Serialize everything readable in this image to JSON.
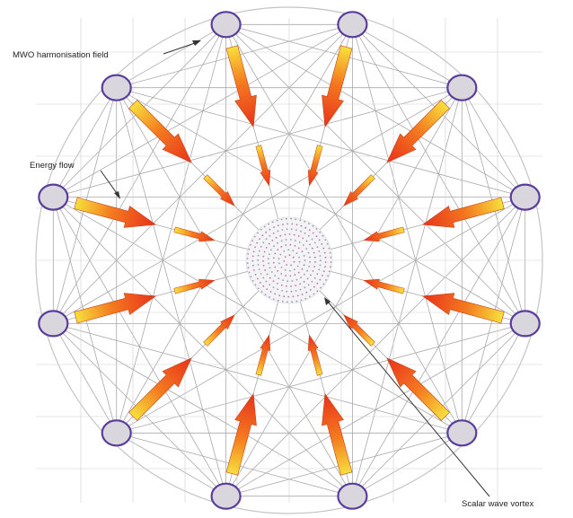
{
  "labels": {
    "field": "MWO harmonisation field",
    "flow": "Energy flow",
    "vortex": "Scalar wave vortex"
  },
  "colors": {
    "node_stroke": "#5a3d9a",
    "node_fill": "#d9d6de",
    "line": "#a9a9a9",
    "outer_ring": "#c4c4c4",
    "arrow_dark": "#e8321b",
    "arrow_mid": "#f47a1f",
    "arrow_light": "#f7e03c",
    "vortex_dot": "#9a9aa8",
    "text": "#222222"
  },
  "node_count": 12,
  "arrows_per_node": 2
}
